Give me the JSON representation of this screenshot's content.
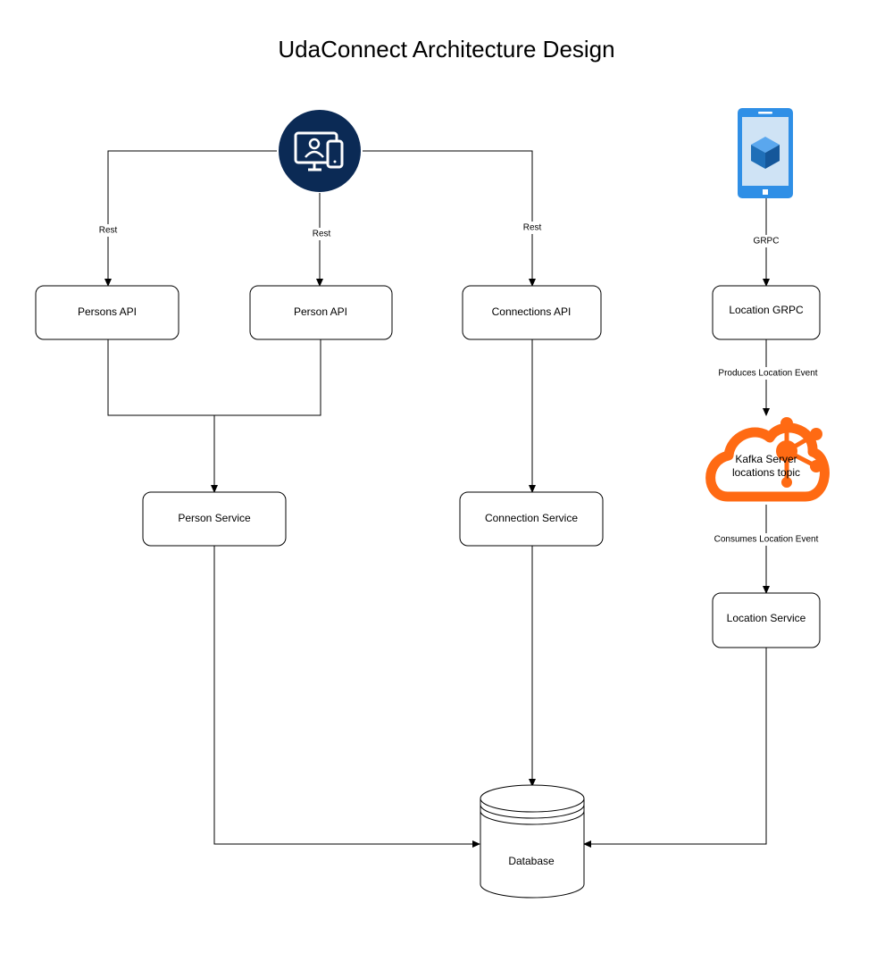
{
  "title": "UdaConnect Architecture Design",
  "nodes": {
    "persons_api": "Persons API",
    "person_api": "Person API",
    "connections_api": "Connections API",
    "location_grpc": "Location GRPC",
    "person_service": "Person Service",
    "connection_service": "Connection Service",
    "location_service": "Location Service",
    "database": "Database",
    "kafka_line1": "Kafka Server",
    "kafka_line2": "locations topic"
  },
  "edges": {
    "rest_left": "Rest",
    "rest_middle": "Rest",
    "rest_right": "Rest",
    "grpc": "GRPC",
    "produces": "Produces Location Event",
    "consumes": "Consumes Location Event"
  },
  "icons": {
    "client": "devices-client-icon",
    "mobile": "mobile-phone-icon",
    "kafka": "kafka-cloud-icon"
  },
  "colors": {
    "client_circle": "#0b2a55",
    "phone_body": "#2f8fe6",
    "phone_screen": "#cfe3f5",
    "cube": "#1f6fb8",
    "kafka": "#ff6a13"
  }
}
